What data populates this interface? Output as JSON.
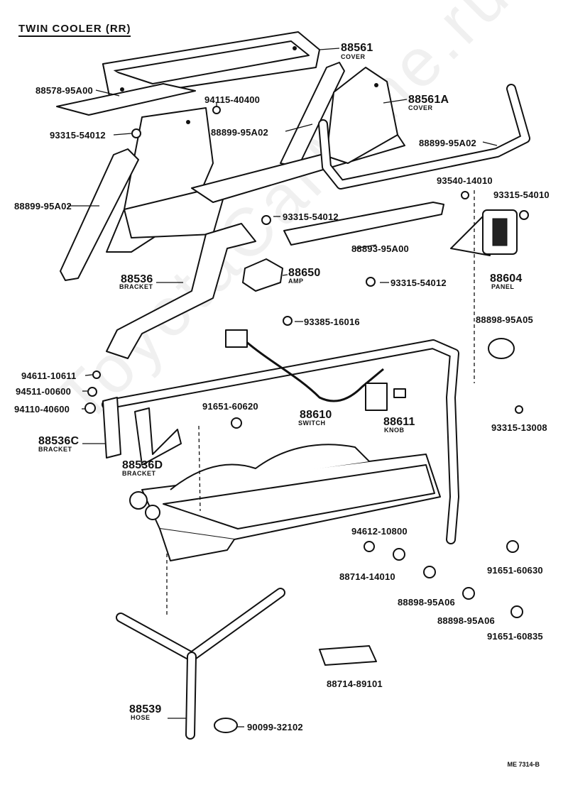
{
  "title": "TWIN COOLER (RR)",
  "watermark": "ToyotaCarMine.ru",
  "drawing_code": "ME 7314-B",
  "parts": [
    {
      "id": "cover_88561",
      "number": "88561",
      "name": "COVER"
    },
    {
      "id": "p88578",
      "number": "88578-95A00",
      "name": ""
    },
    {
      "id": "p94115",
      "number": "94115-40400",
      "name": ""
    },
    {
      "id": "cover_88561a",
      "number": "88561A",
      "name": "COVER"
    },
    {
      "id": "p93315_a",
      "number": "93315-54012",
      "name": ""
    },
    {
      "id": "p88899_a",
      "number": "88899-95A02",
      "name": ""
    },
    {
      "id": "p88899_b",
      "number": "88899-95A02",
      "name": ""
    },
    {
      "id": "p88899_c",
      "number": "88899-95A02",
      "name": ""
    },
    {
      "id": "p93540",
      "number": "93540-14010",
      "name": ""
    },
    {
      "id": "p93315_54010",
      "number": "93315-54010",
      "name": ""
    },
    {
      "id": "p93315_b",
      "number": "93315-54012",
      "name": ""
    },
    {
      "id": "p88893",
      "number": "88893-95A00",
      "name": ""
    },
    {
      "id": "p88536",
      "number": "88536",
      "name": "BRACKET"
    },
    {
      "id": "p88650",
      "number": "88650",
      "name": "AMP"
    },
    {
      "id": "p88604",
      "number": "88604",
      "name": "PANEL"
    },
    {
      "id": "p93315_c",
      "number": "93315-54012",
      "name": ""
    },
    {
      "id": "p93385",
      "number": "93385-16016",
      "name": ""
    },
    {
      "id": "p88898_95a05",
      "number": "88898-95A05",
      "name": ""
    },
    {
      "id": "p94611",
      "number": "94611-10611",
      "name": ""
    },
    {
      "id": "p94511",
      "number": "94511-00600",
      "name": ""
    },
    {
      "id": "p94110",
      "number": "94110-40600",
      "name": ""
    },
    {
      "id": "p91651_60620",
      "number": "91651-60620",
      "name": ""
    },
    {
      "id": "p88610",
      "number": "88610",
      "name": "SWITCH"
    },
    {
      "id": "p88611",
      "number": "88611",
      "name": "KNOB"
    },
    {
      "id": "p93315_13008",
      "number": "93315-13008",
      "name": ""
    },
    {
      "id": "p88536c",
      "number": "88536C",
      "name": "BRACKET"
    },
    {
      "id": "p88536d",
      "number": "88536D",
      "name": "BRACKET"
    },
    {
      "id": "p94612",
      "number": "94612-10800",
      "name": ""
    },
    {
      "id": "p88714_14010",
      "number": "88714-14010",
      "name": ""
    },
    {
      "id": "p91651_60630",
      "number": "91651-60630",
      "name": ""
    },
    {
      "id": "p88898_a",
      "number": "88898-95A06",
      "name": ""
    },
    {
      "id": "p88898_b",
      "number": "88898-95A06",
      "name": ""
    },
    {
      "id": "p91651_60835",
      "number": "91651-60835",
      "name": ""
    },
    {
      "id": "p88714_89101",
      "number": "88714-89101",
      "name": ""
    },
    {
      "id": "p88539",
      "number": "88539",
      "name": "HOSE"
    },
    {
      "id": "p90099",
      "number": "90099-32102",
      "name": ""
    }
  ]
}
